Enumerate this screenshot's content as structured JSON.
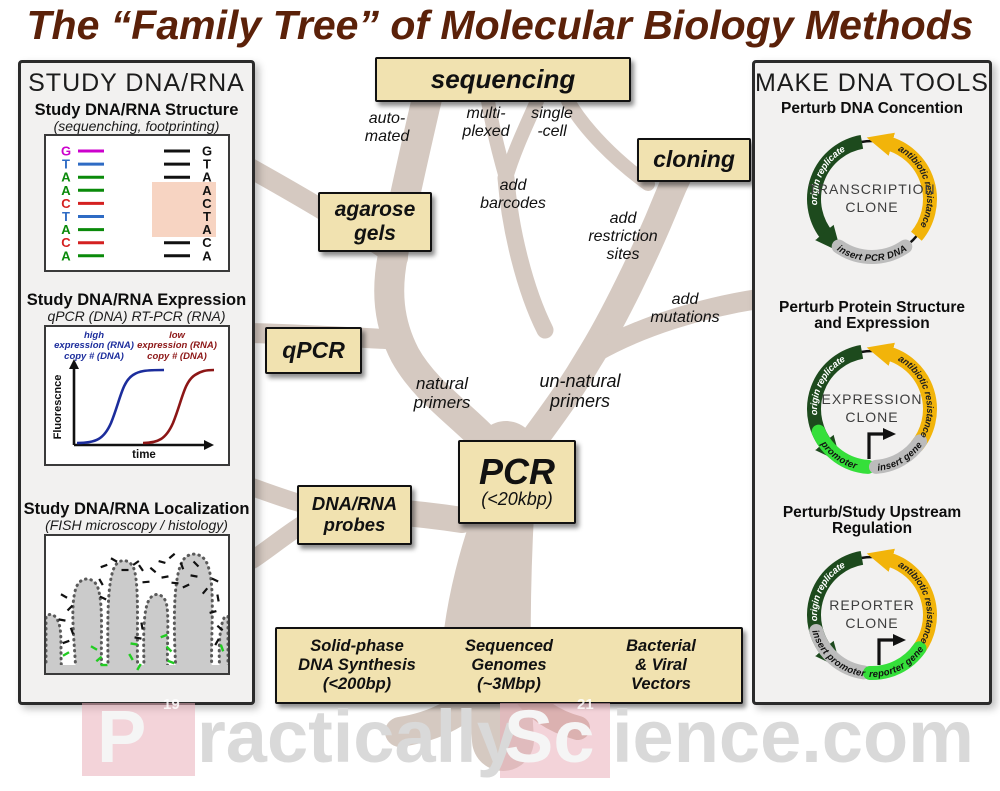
{
  "title": "The “Family Tree” of Molecular Biology Methods",
  "left_panel": {
    "heading": "STUDY DNA/RNA",
    "structure": {
      "title": "Study DNA/RNA Structure",
      "subtitle": "(sequenching, footprinting)",
      "gel_rows": [
        {
          "base": "G",
          "color": "#cc00cc",
          "right_dash": true
        },
        {
          "base": "T",
          "color": "#2e6bc4",
          "right_dash": true
        },
        {
          "base": "A",
          "color": "#0a8a0a",
          "right_dash": true
        },
        {
          "base": "A",
          "color": "#0a8a0a",
          "right_dash": false
        },
        {
          "base": "C",
          "color": "#d42020",
          "right_dash": false
        },
        {
          "base": "T",
          "color": "#2e6bc4",
          "right_dash": false
        },
        {
          "base": "A",
          "color": "#0a8a0a",
          "right_dash": false
        },
        {
          "base": "C",
          "color": "#d42020",
          "right_dash": true
        },
        {
          "base": "A",
          "color": "#0a8a0a",
          "right_dash": true
        }
      ]
    },
    "expression": {
      "title": "Study DNA/RNA Expression",
      "subtitle": "qPCR (DNA) RT-PCR (RNA)",
      "high_label": "high\nexpression (RNA)\ncopy # (DNA)",
      "low_label": "low\nexpression (RNA)\ncopy # (DNA)",
      "ylabel": "Fluorescnce",
      "xlabel": "time"
    },
    "localization": {
      "title": "Study DNA/RNA Localization",
      "subtitle": "(FISH microscopy / histology)"
    }
  },
  "tree": {
    "boxes": {
      "sequencing": "sequencing",
      "cloning": "cloning",
      "agarose": "agarose\ngels",
      "qpcr": "qPCR",
      "pcr": "PCR",
      "pcr_sub": "(<20kbp)",
      "probes": "DNA/RNA\nprobes"
    },
    "branch_labels": {
      "automated": "auto-\nmated",
      "multiplexed": "multi-\nplexed",
      "single_cell": "single\n-cell",
      "add_barcodes": "add\nbarcodes",
      "add_restriction": "add\nrestriction\nsites",
      "add_mutations": "add\nmutations",
      "natural": "natural\nprimers",
      "unnatural": "un-natural\nprimers"
    },
    "foundations": [
      "Solid-phase\nDNA Synthesis\n(<200bp)",
      "Sequenced\nGenomes\n(~3Mbp)",
      "Bacterial\n& Viral\nVectors"
    ]
  },
  "right_panel": {
    "heading": "MAKE DNA TOOLS",
    "clone1": {
      "title": "Perturb DNA Concention",
      "center1": "TRANSCRIPTION",
      "center2": "CLONE",
      "origin": "origin replicate",
      "resistance": "antibiotic resistance",
      "insert": "insert PCR DNA"
    },
    "clone2": {
      "title1": "Perturb Protein Structure",
      "title2": "and Expression",
      "center1": "EXPRESSION",
      "center2": "CLONE",
      "origin": "origin replicate",
      "resistance": "antibiotic resistance",
      "promoter": "promoter",
      "insert": "insert gene"
    },
    "clone3": {
      "title1": "Perturb/Study Upstream",
      "title2": "Regulation",
      "center1": "REPORTER",
      "center2": "CLONE",
      "origin": "origin replicate",
      "resistance": "antibiotic resistance",
      "insert_promoter": "insert promoter",
      "reporter": "reporter gene"
    }
  },
  "watermark": {
    "p": "P",
    "ractically": "ractically",
    "sc": "Sc",
    "ience": "ience.com",
    "num_left": "19",
    "num_right": "21"
  },
  "colors": {
    "title_brown": "#5b2109",
    "box_cream": "#f1e2b0",
    "tree_tan": "#d5c9c1",
    "root_brown": "#c9b3a4",
    "origin_green": "#1d4a1d",
    "resistance_yellow": "#f2b40a",
    "bright_green": "#35df3a",
    "segment_gray": "#bcbcbc",
    "gel_pink": "#f7d4c2",
    "curve_blue": "#1c2d9c",
    "curve_red": "#8c1616",
    "watermark_gray": "#d9d9d9",
    "watermark_pink": "#eec6ce"
  }
}
